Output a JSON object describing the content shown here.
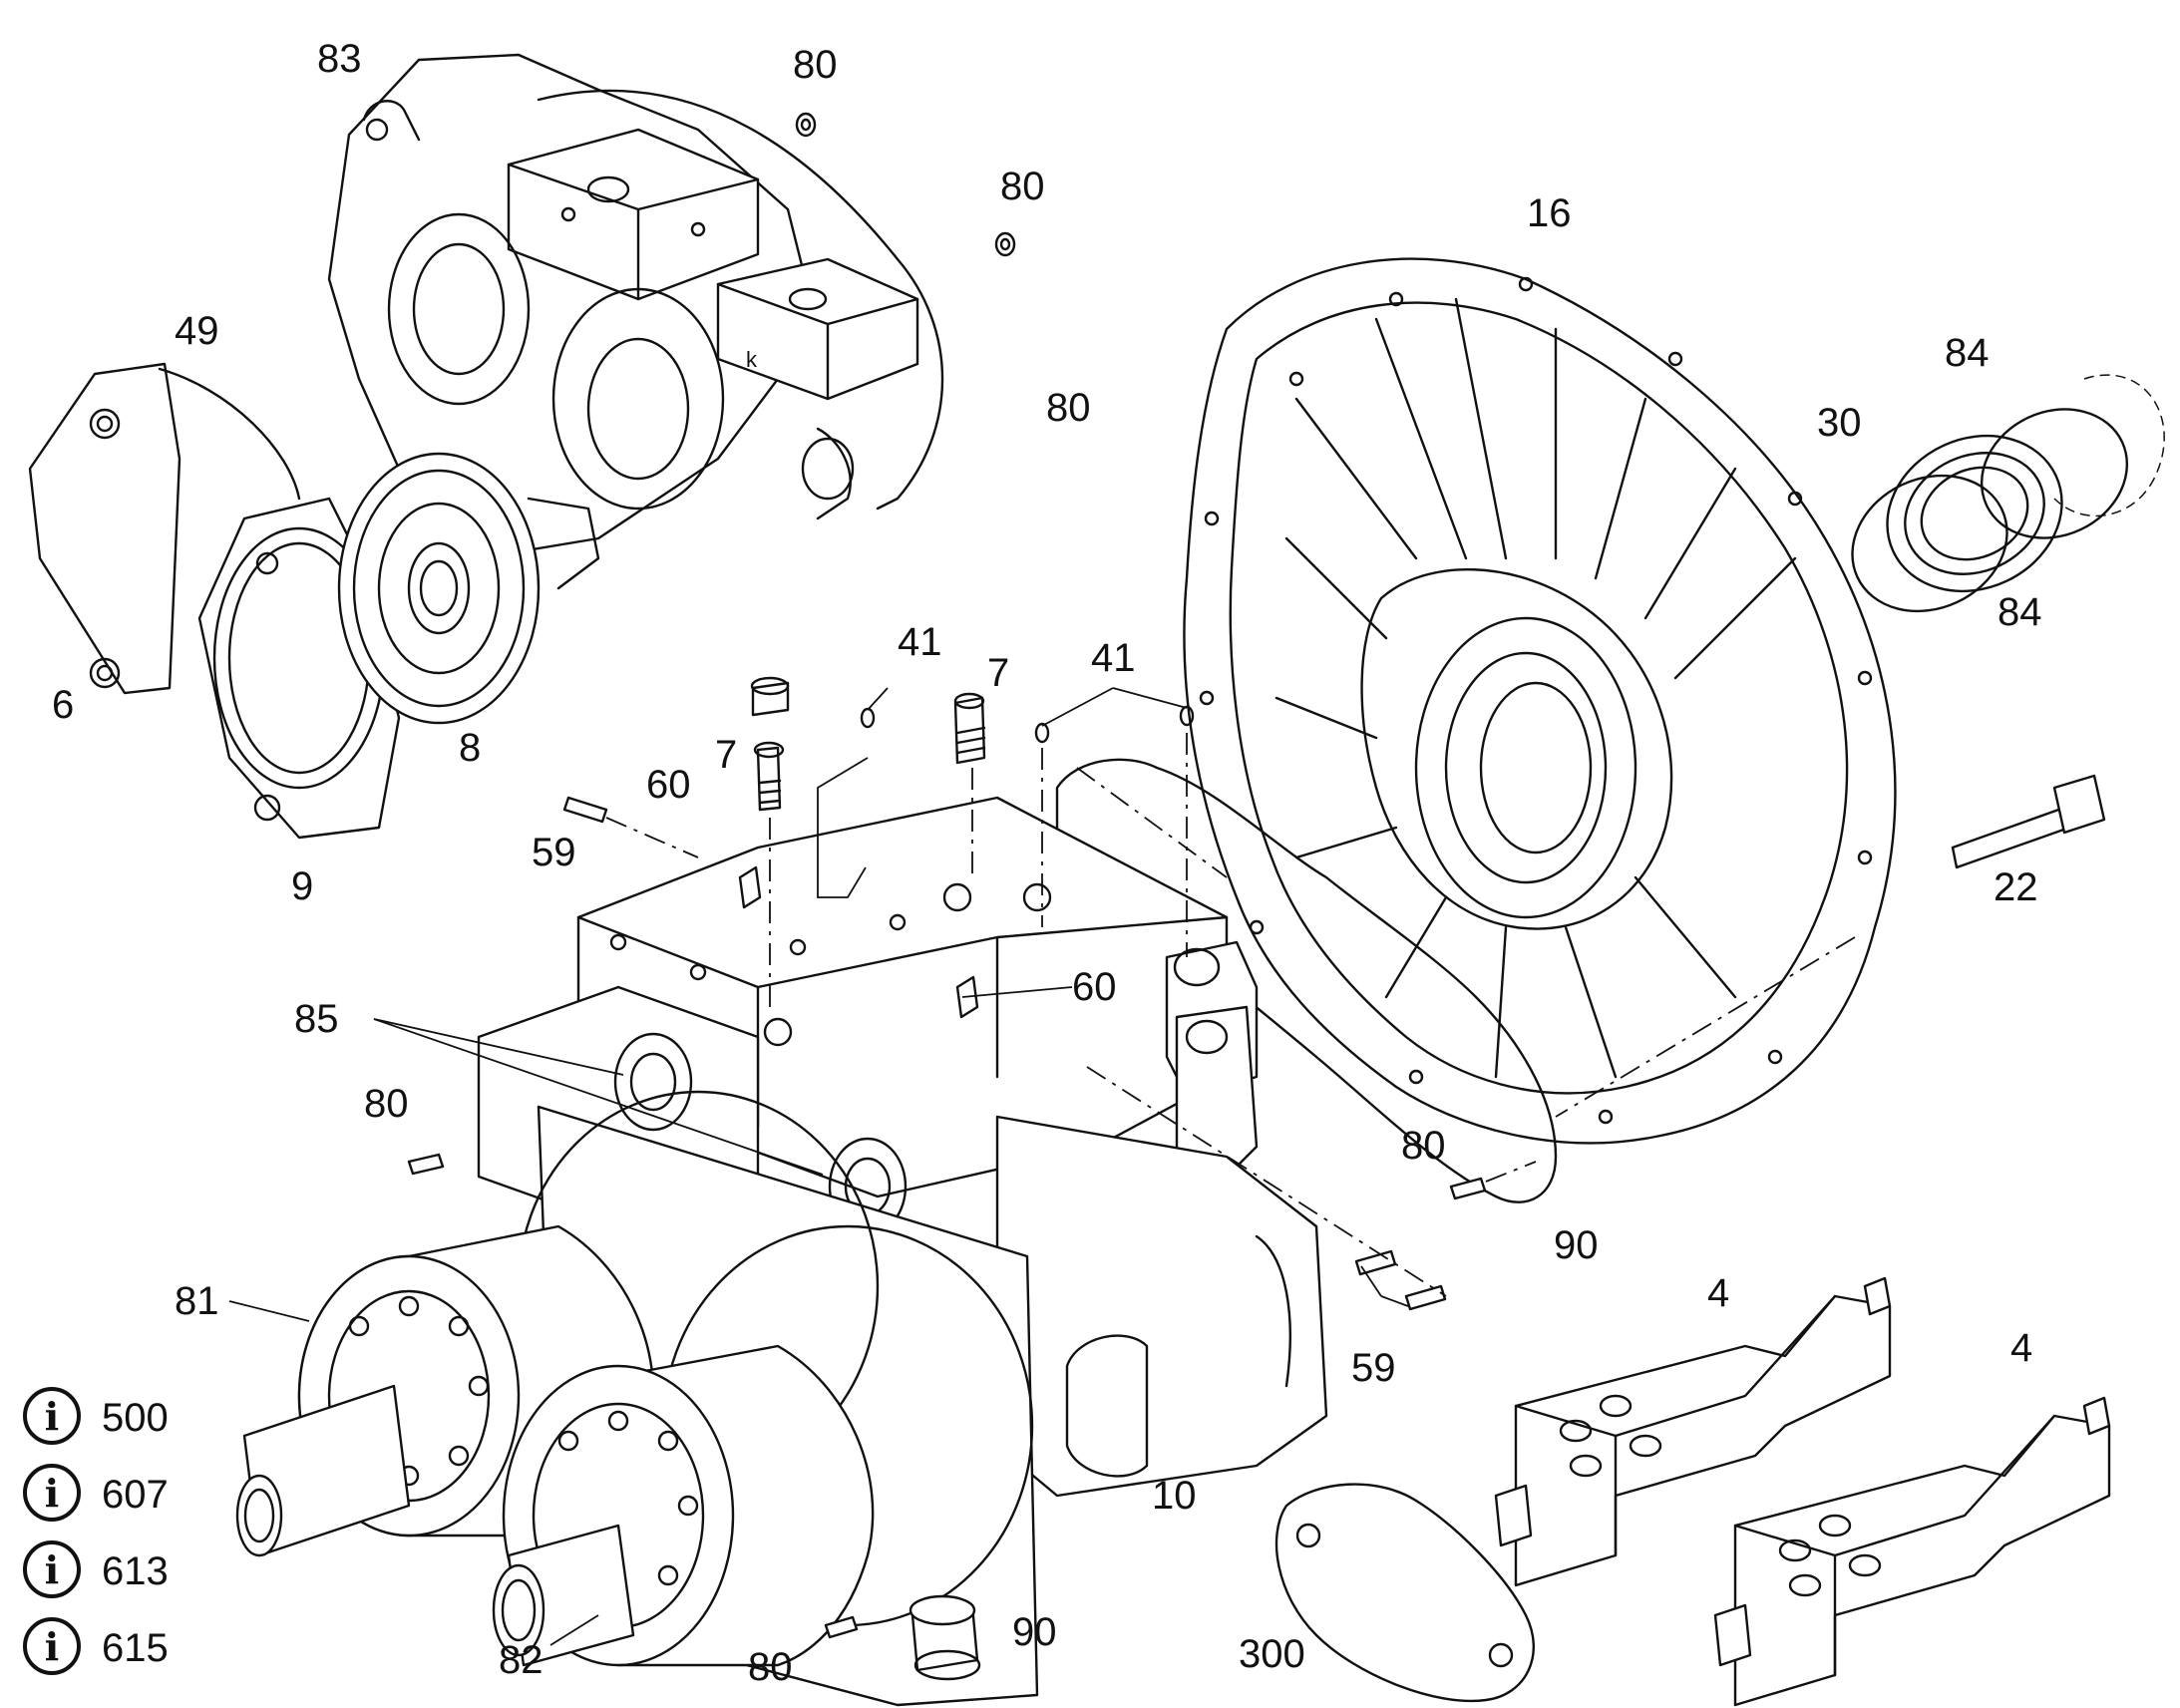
{
  "part_labels": [
    {
      "id": "83",
      "text": "83"
    },
    {
      "id": "80a",
      "text": "80"
    },
    {
      "id": "80b",
      "text": "80"
    },
    {
      "id": "80c",
      "text": "80"
    },
    {
      "id": "16",
      "text": "16"
    },
    {
      "id": "49",
      "text": "49"
    },
    {
      "id": "84a",
      "text": "84"
    },
    {
      "id": "30",
      "text": "30"
    },
    {
      "id": "84b",
      "text": "84"
    },
    {
      "id": "6",
      "text": "6"
    },
    {
      "id": "8",
      "text": "8"
    },
    {
      "id": "41a",
      "text": "41"
    },
    {
      "id": "7a",
      "text": "7"
    },
    {
      "id": "41b",
      "text": "41"
    },
    {
      "id": "7b",
      "text": "7"
    },
    {
      "id": "60a",
      "text": "60"
    },
    {
      "id": "59a",
      "text": "59"
    },
    {
      "id": "9",
      "text": "9"
    },
    {
      "id": "22",
      "text": "22"
    },
    {
      "id": "85",
      "text": "85"
    },
    {
      "id": "60b",
      "text": "60"
    },
    {
      "id": "80d",
      "text": "80"
    },
    {
      "id": "80e",
      "text": "80"
    },
    {
      "id": "90a",
      "text": "90"
    },
    {
      "id": "81",
      "text": "81"
    },
    {
      "id": "4a",
      "text": "4"
    },
    {
      "id": "4b",
      "text": "4"
    },
    {
      "id": "59b",
      "text": "59"
    },
    {
      "id": "10",
      "text": "10"
    },
    {
      "id": "82",
      "text": "82"
    },
    {
      "id": "80f",
      "text": "80"
    },
    {
      "id": "90b",
      "text": "90"
    },
    {
      "id": "300",
      "text": "300"
    }
  ],
  "info_refs": [
    {
      "glyph": "i",
      "text": "500"
    },
    {
      "glyph": "i",
      "text": "607"
    },
    {
      "glyph": "i",
      "text": "613"
    },
    {
      "glyph": "i",
      "text": "615"
    }
  ],
  "icons": {
    "info": "info-circle-icon"
  }
}
